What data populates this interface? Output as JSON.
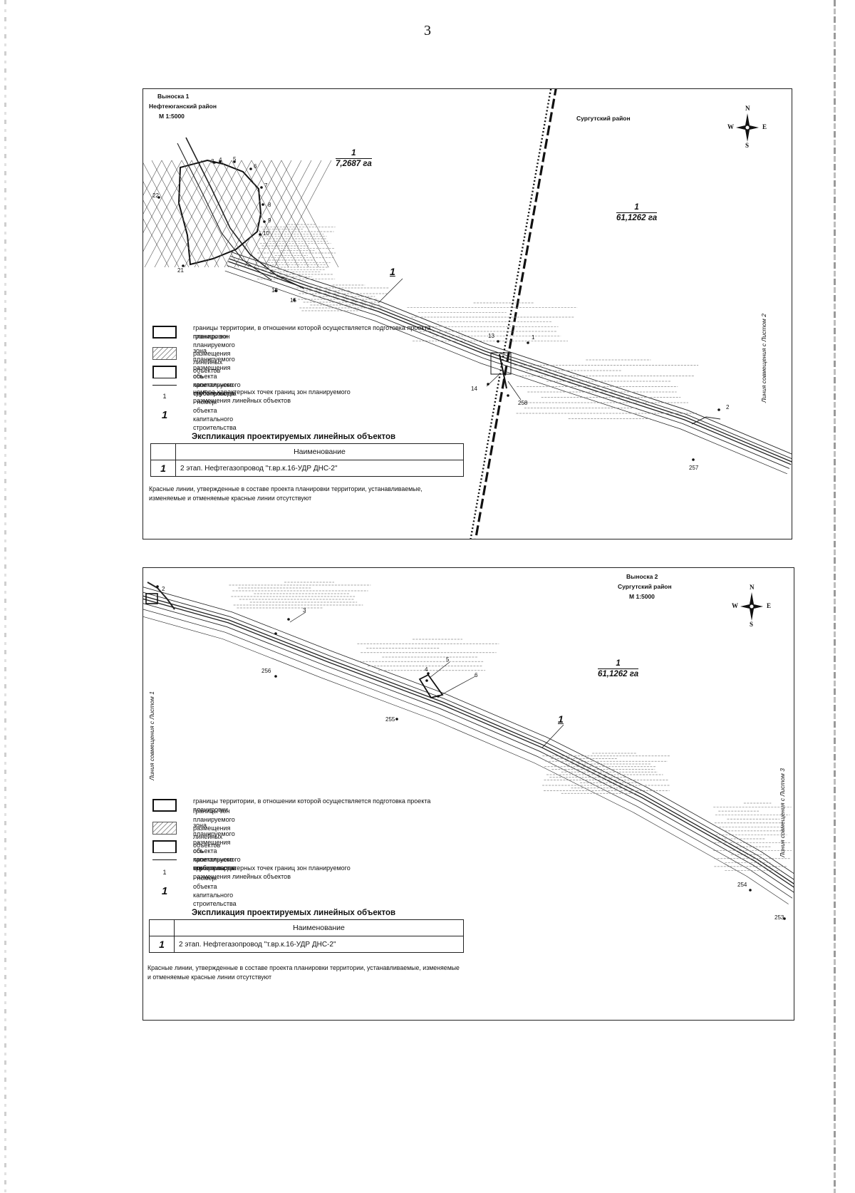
{
  "page_number": "3",
  "sheets": [
    {
      "callout": "Выноска 1",
      "district_left": "Нефтеюганский район",
      "district_right": "Сургутский район",
      "scale": "М 1:5000",
      "compass": {
        "n": "N",
        "s": "S",
        "w": "W",
        "e": "E"
      },
      "area_labels": [
        {
          "num": "1",
          "value": "7,2687 га"
        },
        {
          "num": "1",
          "value": "61,1262 га"
        }
      ],
      "object_label": "1",
      "edge_note": "Линия совмещения с Листом 2",
      "points": [
        "3",
        "4",
        "5",
        "6",
        "7",
        "8",
        "9",
        "10",
        "22",
        "21",
        "16",
        "15",
        "13",
        "1",
        "14",
        "258",
        "2",
        "257"
      ],
      "legend": [
        "границы территории, в отношении которой осуществляется подготовка проекта планировки",
        "границы зон планируемого размещения линейных объектов",
        "зона планируемого размещения объекта капитального строительства",
        "ось проектируемого трубопровода",
        "номера характерных точек границ зон планируемого размещения линейных объектов",
        "- номер объекта капитального строительства"
      ],
      "legend_num_symbol": "1",
      "legend_obj_symbol": "1",
      "explication_title": "Экспликация проектируемых линейных объектов",
      "table_header": "Наименование",
      "table_rows": [
        {
          "num": "1",
          "name": "2 этап. Нефтегазопровод \"т.вр.к.16-УДР ДНС-2\""
        }
      ],
      "note": "Красные линии, утвержденные в составе проекта планировки территории, устанавливаемые, изменяемые и отменяемые красные линии отсутствуют"
    },
    {
      "callout": "Выноска 2",
      "district": "Сургутский район",
      "scale": "М 1:5000",
      "compass": {
        "n": "N",
        "s": "S",
        "w": "W",
        "e": "E"
      },
      "area_label": {
        "num": "1",
        "value": "61,1262 га"
      },
      "object_label": "1",
      "edge_note_left": "Линия совмещения с Листом 1",
      "edge_note_right": "Линия совмещения с Листом 3",
      "points": [
        "2",
        "3",
        "256",
        "4",
        "5",
        "6",
        "255",
        "254",
        "253"
      ],
      "legend": [
        "границы территории, в отношении которой осуществляется подготовка проекта планировки",
        "границы зон планируемого размещения линейных объектов",
        "зона планируемого размещения объекта капитального строительства",
        "ось проектируемого трубопровода",
        "номера характерных точек границ зон планируемого размещения линейных объектов",
        "- номер объекта капитального строительства"
      ],
      "legend_num_symbol": "1",
      "legend_obj_symbol": "1",
      "explication_title": "Экспликация проектируемых линейных объектов",
      "table_header": "Наименование",
      "table_rows": [
        {
          "num": "1",
          "name": "2 этап. Нефтегазопровод \"т.вр.к.16-УДР ДНС-2\""
        }
      ],
      "note": "Красные линии, утвержденные в составе проекта планировки территории, устанавливаемые, изменяемые и отменяемые красные линии отсутствуют"
    }
  ]
}
